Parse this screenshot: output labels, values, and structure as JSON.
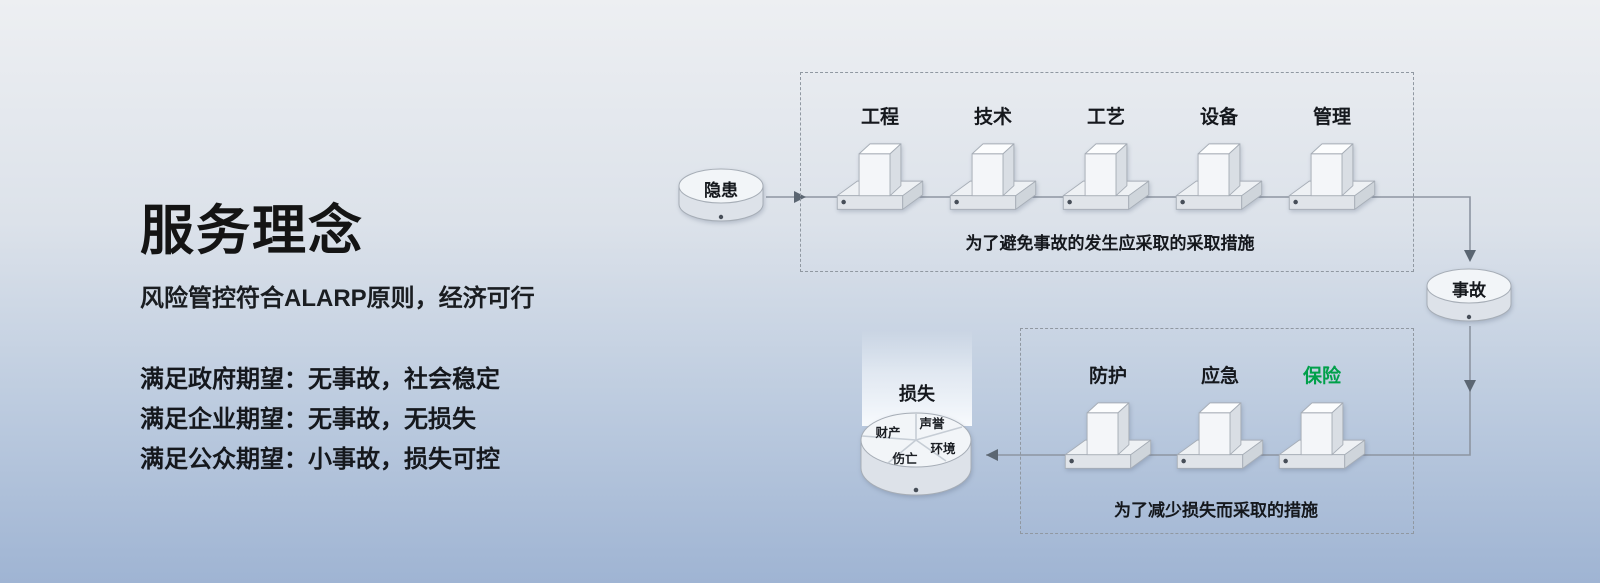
{
  "left": {
    "title": "服务理念",
    "subtitle": "风险管控符合ALARP原则，经济可行",
    "lines": [
      "满足政府期望：无事故，社会稳定",
      "满足企业期望：无事故，无损失",
      "满足公众期望：小事故，损失可控"
    ]
  },
  "flow": {
    "hazard": "隐患",
    "accident": "事故",
    "loss": "损失",
    "prevention": {
      "barriers": [
        "工程",
        "技术",
        "工艺",
        "设备",
        "管理"
      ],
      "caption": "为了避免事故的发生应采取的采取措施"
    },
    "mitigation": {
      "barriers": [
        "防护",
        "应急",
        "保险"
      ],
      "caption": "为了减少损失而采取的措施"
    },
    "loss_segments": [
      "财产",
      "声誉",
      "伤亡",
      "环境"
    ]
  },
  "colors": {
    "insurance-green": "#00a04a",
    "bg-top": "#edeff2",
    "bg-bottom": "#9fb4d3"
  }
}
